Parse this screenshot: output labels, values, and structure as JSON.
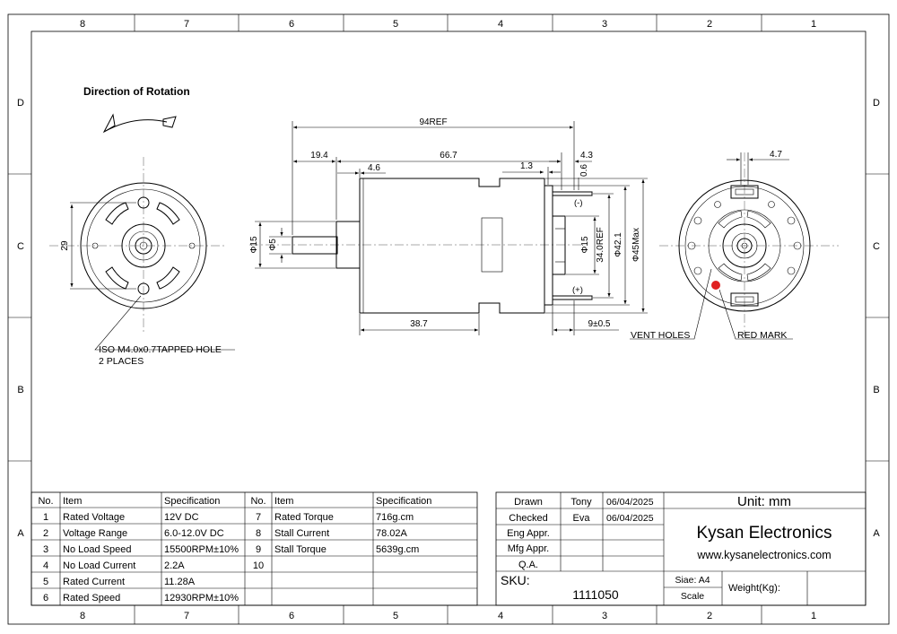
{
  "border": {
    "columns": [
      "8",
      "7",
      "6",
      "5",
      "4",
      "3",
      "2",
      "1"
    ],
    "rows": [
      "D",
      "C",
      "B",
      "A"
    ]
  },
  "rotation": {
    "title": "Direction of Rotation"
  },
  "front_view": {
    "dim_29": "29",
    "hole_note_1": "ISO M4.0x0.7TAPPED HOLE",
    "hole_note_2": "2 PLACES"
  },
  "side_view": {
    "dim_94": "94REF",
    "dim_19_4": "19.4",
    "dim_66_7": "66.7",
    "dim_4_3": "4.3",
    "dim_4_6": "4.6",
    "dim_1_3": "1.3",
    "dim_0_6": "0.6",
    "dim_phi15_left": "Φ15",
    "dim_phi5": "Φ5",
    "dim_phi15_right": "Φ15",
    "dim_34_ref": "34.0REF",
    "dim_phi42": "Φ42.1",
    "dim_phi45": "Φ45Max",
    "dim_38_7": "38.7",
    "dim_9": "9±0.5",
    "minus": "(-)",
    "plus": "(+)"
  },
  "rear_view": {
    "dim_4_7": "4.7",
    "vent_holes": "VENT HOLES",
    "red_mark": "RED MARK",
    "red_mark_color": "#e02020"
  },
  "spec_table": {
    "headers": [
      "No.",
      "Item",
      "Specification",
      "No.",
      "Item",
      "Specification"
    ],
    "rows": [
      [
        "1",
        "Rated Voltage",
        "12V DC",
        "7",
        "Rated Torque",
        "716g.cm"
      ],
      [
        "2",
        "Voltage Range",
        "6.0-12.0V DC",
        "8",
        "Stall Current",
        "78.02A"
      ],
      [
        "3",
        "No Load Speed",
        "15500RPM±10%",
        "9",
        "Stall Torque",
        "5639g.cm"
      ],
      [
        "4",
        "No Load Current",
        "2.2A",
        "10",
        "",
        ""
      ],
      [
        "5",
        "Rated Current",
        "11.28A",
        "",
        "",
        ""
      ],
      [
        "6",
        "Rated Speed",
        "12930RPM±10%",
        "",
        "",
        ""
      ]
    ]
  },
  "title_block": {
    "drawn_label": "Drawn",
    "drawn_by": "Tony",
    "drawn_date": "06/04/2025",
    "checked_label": "Checked",
    "checked_by": "Eva",
    "checked_date": "06/04/2025",
    "eng_appr": "Eng Appr.",
    "mfg_appr": "Mfg Appr.",
    "qa": "Q.A.",
    "unit": "Unit: mm",
    "company": "Kysan Electronics",
    "website": "www.kysanelectronics.com",
    "sku_label": "SKU:",
    "sku_value": "1111050",
    "size": "Siae: A4",
    "scale": "Scale",
    "weight": "Weight(Kg):"
  }
}
